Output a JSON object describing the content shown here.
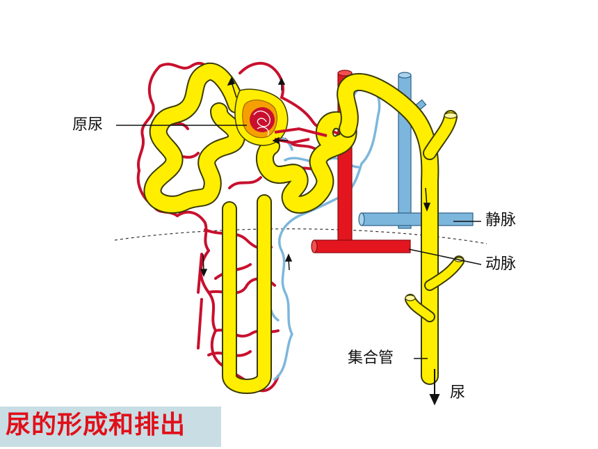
{
  "labels": {
    "primary_urine": "原尿",
    "vein": "静脉",
    "artery": "动脉",
    "collecting_duct": "集合管",
    "urine": "尿"
  },
  "title": "尿的形成和排出",
  "colors": {
    "tubule": "#ffee00",
    "tubule_outline": "#3a3a00",
    "artery": "#e3161f",
    "capillary": "#c8102e",
    "vein": "#7db6dc",
    "title_text": "#e0101a",
    "title_bg": "#c9dde4"
  }
}
